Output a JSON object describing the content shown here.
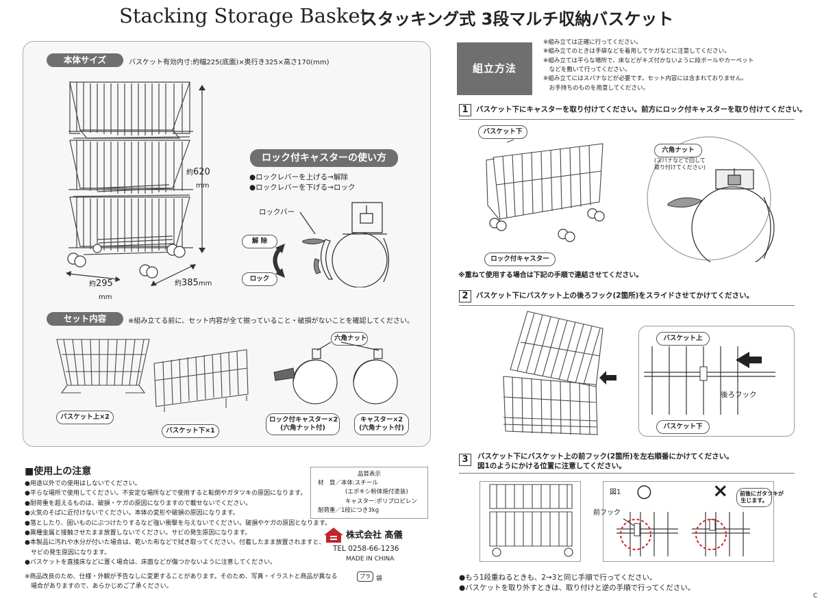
{
  "header": {
    "title_en": "Stacking Storage Basket",
    "title_jp": "スタッキング式 3段マルチ収納バスケット"
  },
  "body_size": {
    "label": "本体サイズ",
    "spec": "バスケット有効内寸:約幅225(底面)×奥行き325×高さ170(mm)",
    "height_prefix": "約",
    "height_value": "620",
    "height_unit": "mm",
    "width_prefix": "約",
    "width_value": "295",
    "width_unit": "mm",
    "depth_prefix": "約",
    "depth_value": "385",
    "depth_unit": "mm"
  },
  "caster_usage": {
    "title": "ロック付キャスターの使い方",
    "line1": "●ロックレバーを上げる→解除",
    "line2": "●ロックレバーを下げる→ロック",
    "lockbar": "ロックバー",
    "release": "解 除",
    "lock": "ロック"
  },
  "set_contents": {
    "label": "セット内容",
    "note": "※組み立てる前に、セット内容が全て揃っていること・破損がないことを確認してください。",
    "hex_nut": "六角ナット",
    "upper": "バスケット上×2",
    "lower": "バスケット下×1",
    "lock_caster_1": "ロック付キャスター×2",
    "lock_caster_2": "(六角ナット付)",
    "caster_1": "キャスター×2",
    "caster_2": "(六角ナット付)"
  },
  "usage_notes": {
    "title": "■使用上の注意",
    "items": [
      "●用途以外での使用はしないでください。",
      "●平らな場所で使用してください。不安定な場所などで使用すると転倒やガタツキの原因になります。",
      "●耐荷重を超えるものは、破損・ケガの原因になりますので載せないでください。",
      "●火気のそばに近付けないでください。本体の変形や破損の原因になります。",
      "●落としたり、固いものにぶつけたりするなど強い衝撃を与えないでください。破損やケガの原因となります。",
      "●異種金属と接触させたまま放置しないでください。サビの発生原因になります。",
      "●本製品に汚れや水分が付いた場合は、乾いた布などで拭き取ってください。付着したまま放置されますと、",
      "　サビの発生原因になります。",
      "●バスケットを直接床などに置く場合は、床面などが傷つかないように注意してください。"
    ],
    "footnote1": "※商品改良のため、仕様・外観が予告なしに変更することがあります。そのため、写真・イラストと商品が異なる",
    "footnote2": "　場合がありますので、あらかじめご了承ください。"
  },
  "quality": {
    "title": "品質表示",
    "material": "材　質／本体:スチール",
    "coating": "(エポキシ粉体焼付塗装)",
    "caster": "キャスター:ポリプロピレン",
    "load": "耐荷重／1段につき3kg"
  },
  "company": {
    "name": "株式会社 髙儀",
    "tel": "TEL 0258-66-1236",
    "made": "MADE IN CHINA",
    "recycle": "プラ",
    "bag": "袋"
  },
  "assembly": {
    "label": "組立方法",
    "notes": [
      "※組み立ては正確に行ってください。",
      "※組み立てのときは手袋などを着用してケガなどに注意してください。",
      "※組み立ては平らな場所で、床などがキズ付かないように段ボールやカーペット",
      "　などを敷いて行ってください。",
      "※組み立てにはスパナなどが必要です。セット内容には含まれておりません。",
      "　お手持ちのものを用意してください。"
    ],
    "step1_num": "1",
    "step1": "バスケット下にキャスターを取り付けてください。前方にロック付キャスターを取り付けてください。",
    "basket_lower": "バスケット下",
    "hex_nut": "六角ナット",
    "hex_note1": "(スパナなどで回して",
    "hex_note2": "取り付けてください)",
    "lock_caster": "ロック付キャスター",
    "stack_note": "※重ねて使用する場合は下記の手順で連結させてください。",
    "step2_num": "2",
    "step2": "バスケット下にバスケット上の後ろフック(2箇所)をスライドさせてかけてください。",
    "basket_upper": "バスケット上",
    "rear_hook": "後ろフック",
    "basket_lower2": "バスケット下",
    "step3_num": "3",
    "step3_a": "バスケット下にバスケット上の前フック(2箇所)を左右順番にかけてください。",
    "step3_b": "図1のようにかける位置に注意してください。",
    "fig1": "図1",
    "front_hook": "前フック",
    "ok_mark": "○",
    "ng_mark": "×",
    "warn1": "前後にガタツキが",
    "warn2": "生じます。",
    "final1": "●もう1段重ねるときも、2→3と同じ手順で行ってください。",
    "final2": "●バスケットを取り外すときは、取り付けと逆の手順で行ってください。",
    "corner": "C"
  }
}
